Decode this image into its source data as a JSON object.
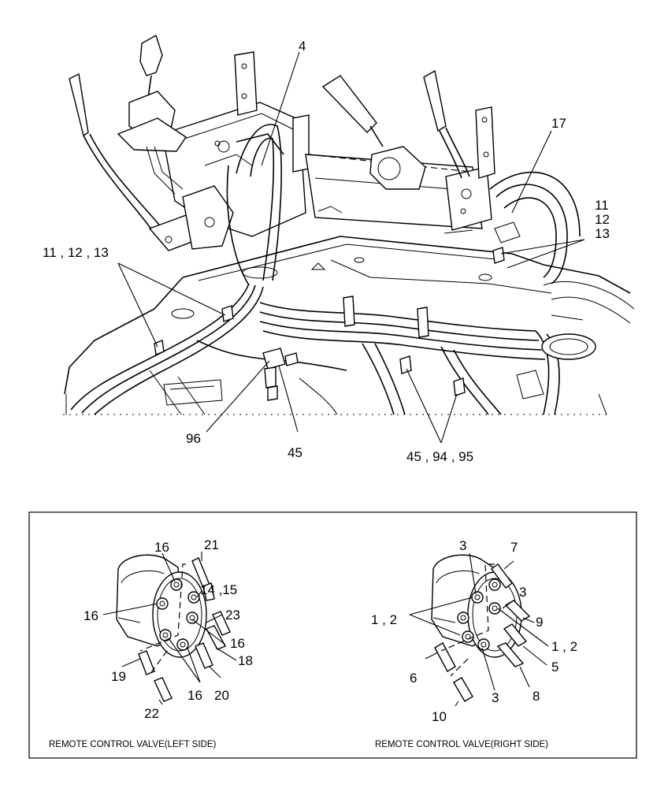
{
  "main_view": {
    "callouts": {
      "c4": "4",
      "c17": "17",
      "c11": "11",
      "c12": "12",
      "c13": "13",
      "c11_12_13": "11 , 12 , 13",
      "c96": "96",
      "c45": "45",
      "c45_94_95": "45 , 94 , 95"
    }
  },
  "detail_panel": {
    "left": {
      "caption": "REMOTE CONTROL VALVE(LEFT SIDE)",
      "callouts": {
        "c16a": "16",
        "c21": "21",
        "c14_15": "14 ,15",
        "c16b": "16",
        "c23": "23",
        "c16c": "16",
        "c18": "18",
        "c19": "19",
        "c16d": "16",
        "c20": "20",
        "c22": "22"
      }
    },
    "right": {
      "caption": "REMOTE CONTROL VALVE(RIGHT SIDE)",
      "callouts": {
        "c3a": "3",
        "c7": "7",
        "c3b": "3",
        "c9": "9",
        "c1_2a": "1 , 2",
        "c1_2b": "1 , 2",
        "c5": "5",
        "c6": "6",
        "c3c": "3",
        "c8": "8",
        "c10": "10"
      }
    }
  }
}
